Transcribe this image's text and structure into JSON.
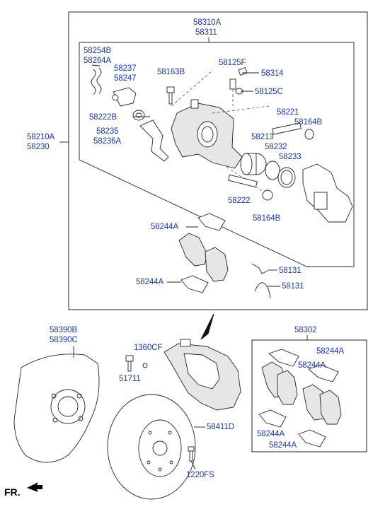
{
  "labels": {
    "top_assembly_a": "58310A",
    "top_assembly_b": "58311",
    "side_assembly_a": "58210A",
    "side_assembly_b": "58230",
    "spring_a": "58254B",
    "spring_b": "58264A",
    "bracket_a": "58237",
    "bracket_b": "58247",
    "bolt_163": "58163B",
    "bleeder": "58125F",
    "cap_314": "58314",
    "bleeder_c": "58125C",
    "pin_221": "58221",
    "boot_164b_top": "58164B",
    "boot_222b": "58222B",
    "clip_a": "58235",
    "clip_b": "58236A",
    "piston_213": "58213",
    "seal_232": "58232",
    "seal_233": "58233",
    "pin_222": "58222",
    "boot_164b_bottom": "58164B",
    "shim_top": "58244A",
    "shim_bottom": "58244A",
    "wire_1": "58131",
    "wire_2": "58131",
    "shield_a": "58390B",
    "shield_b": "58390C",
    "bolt_1360": "1360CF",
    "bolt_51711": "51711",
    "disc": "58411D",
    "screw_1220": "1220FS",
    "pad_kit": "58302",
    "kit_shim_1": "58244A",
    "kit_shim_2": "58244A",
    "kit_shim_3": "58244A",
    "kit_shim_4": "58244A",
    "front_dir": "FR."
  }
}
